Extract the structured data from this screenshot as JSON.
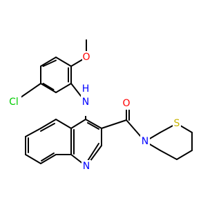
{
  "colors": {
    "background": "#ffffff",
    "bond": "#000000",
    "oxygen": "#ff0000",
    "nitrogen": "#0000ff",
    "chlorine": "#00cc00",
    "sulfur": "#c8b400"
  },
  "atoms": {
    "O_methoxy": "O",
    "Cl": "Cl",
    "N_amine": "N",
    "H_amine": "H",
    "O_carbonyl": "O",
    "N_thiomorpholine": "N",
    "S": "S",
    "N_quinoline": "N"
  }
}
